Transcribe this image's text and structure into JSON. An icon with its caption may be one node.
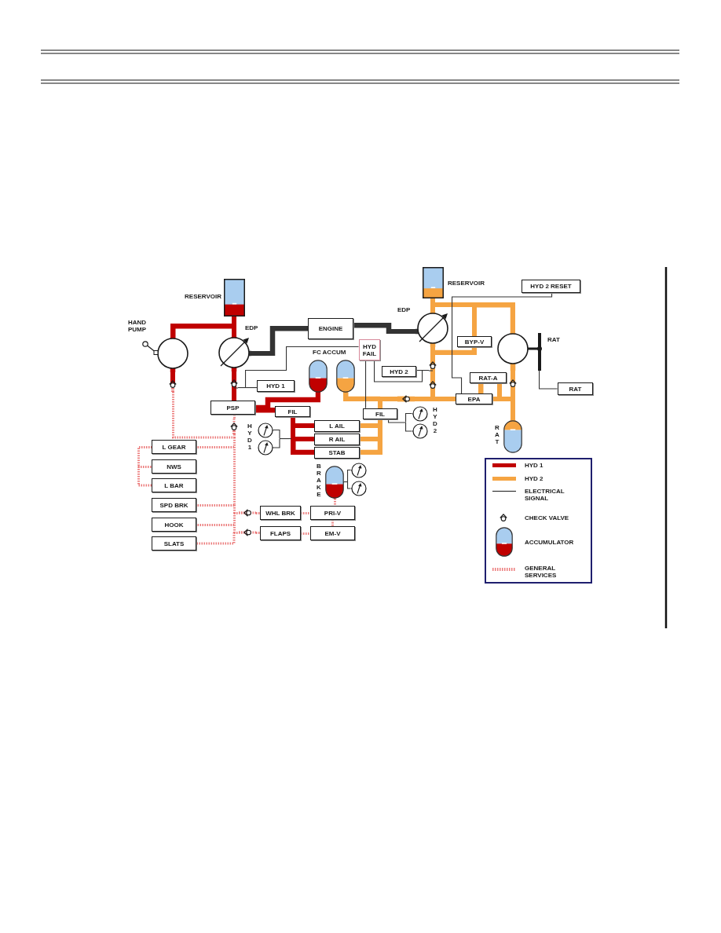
{
  "diagram": {
    "nodes": [
      {
        "text": [],
        "shape": "tank",
        "beside": [
          "RESERVOIR"
        ]
      },
      {
        "text": [],
        "shape": "tank",
        "beside": [
          "RESERVOIR"
        ]
      },
      {
        "text": [
          "HYD 2 RESET"
        ]
      },
      {
        "text": [],
        "shape": "circle",
        "beside": [
          "HAND PUMP"
        ]
      },
      {
        "text": [],
        "shape": "circle",
        "beside": [
          "EDP"
        ]
      },
      {
        "text": [
          "ENGINE"
        ]
      },
      {
        "text": [
          "HYD FAIL"
        ]
      },
      {
        "text": [],
        "shape": "circle",
        "beside": [
          "EDP"
        ]
      },
      {
        "text": [
          "BYP-V"
        ]
      },
      {
        "text": [],
        "shape": "circle",
        "beside": [
          "RAT"
        ]
      },
      {
        "text": [],
        "shape": "cylinder"
      },
      {
        "text": [],
        "shape": "cylinder"
      },
      {
        "text": [
          "HYD 2"
        ]
      },
      {
        "text": [
          "RAT-A"
        ]
      },
      {
        "text": [],
        "shape": "valve"
      },
      {
        "text": [],
        "shape": "valve"
      },
      {
        "text": [],
        "shape": "valve"
      },
      {
        "text": [],
        "shape": "valve"
      },
      {
        "text": [
          "HYD 1"
        ]
      },
      {
        "text": [],
        "shape": "valve"
      },
      {
        "text": [
          "RAT"
        ]
      },
      {
        "text": [
          "EPA"
        ]
      },
      {
        "text": [],
        "shape": "valve"
      },
      {
        "text": [
          "PSP"
        ]
      },
      {
        "text": [
          "FIL"
        ]
      },
      {
        "text": [
          "FIL"
        ]
      },
      {
        "text": [],
        "shape": "valve"
      },
      {
        "text": [],
        "shape": "gauge"
      },
      {
        "text": [],
        "shape": "gauge"
      },
      {
        "text": [],
        "shape": "cylinder",
        "beside": [
          "R A T"
        ]
      },
      {
        "text": [
          "L AIL"
        ]
      },
      {
        "text": [
          "R AIL"
        ]
      },
      {
        "text": [
          "STAB"
        ]
      },
      {
        "text": [],
        "shape": "gauge"
      },
      {
        "text": [],
        "shape": "gauge"
      },
      {
        "text": [
          "L GEAR"
        ]
      },
      {
        "text": [
          "NWS"
        ]
      },
      {
        "text": [],
        "shape": "cylinder",
        "beside": [
          "B R A K E"
        ]
      },
      {
        "text": [],
        "shape": "gauge"
      },
      {
        "text": [],
        "shape": "gauge"
      },
      {
        "text": [
          "L BAR"
        ]
      },
      {
        "text": [
          "SPD BRK"
        ]
      },
      {
        "text": [],
        "shape": "valve"
      },
      {
        "text": [
          "WHL BRK"
        ]
      },
      {
        "text": [
          "PRI-V"
        ]
      },
      {
        "text": [
          "HOOK"
        ]
      },
      {
        "text": [],
        "shape": "valve"
      },
      {
        "text": [
          "FLAPS"
        ]
      },
      {
        "text": [
          "EM-V"
        ]
      },
      {
        "text": [
          "SLATS"
        ]
      }
    ],
    "edges": [
      {
        "from": 0,
        "to": 4,
        "arrow": "none",
        "style": "thick",
        "color": "#c00000"
      },
      {
        "from": 0,
        "to": 3,
        "arrow": "none",
        "style": "thick",
        "color": "#c00000"
      },
      {
        "from": 3,
        "to": 14,
        "arrow": "none",
        "style": "thick",
        "color": "#c00000"
      },
      {
        "from": 4,
        "to": 15,
        "arrow": "none",
        "style": "thick",
        "color": "#c00000"
      },
      {
        "from": 15,
        "to": 23,
        "arrow": "none",
        "style": "thick",
        "color": "#c00000"
      },
      {
        "from": 23,
        "to": 10,
        "arrow": "none",
        "style": "thick",
        "color": "#c00000"
      },
      {
        "from": 23,
        "to": 24,
        "arrow": "none",
        "style": "thick",
        "color": "#c00000"
      },
      {
        "from": 24,
        "to": 30,
        "arrow": "none",
        "style": "thick",
        "color": "#c00000"
      },
      {
        "from": 24,
        "to": 31,
        "arrow": "none",
        "style": "thick",
        "color": "#c00000"
      },
      {
        "from": 24,
        "to": 32,
        "arrow": "none",
        "style": "thick",
        "color": "#c00000"
      },
      {
        "from": 1,
        "to": 7,
        "arrow": "none",
        "style": "thick",
        "color": "#f5a442"
      },
      {
        "from": 1,
        "to": 9,
        "arrow": "none",
        "style": "thick",
        "color": "#f5a442"
      },
      {
        "from": 1,
        "to": 8,
        "arrow": "none",
        "style": "thick",
        "color": "#f5a442"
      },
      {
        "from": 8,
        "to": 16,
        "arrow": "none",
        "style": "thick",
        "color": "#f5a442"
      },
      {
        "from": 7,
        "to": 16,
        "arrow": "none",
        "style": "thick",
        "color": "#f5a442"
      },
      {
        "from": 16,
        "to": 19,
        "arrow": "none",
        "style": "thick",
        "color": "#f5a442"
      },
      {
        "from": 19,
        "to": 22,
        "arrow": "none",
        "style": "thick",
        "color": "#f5a442"
      },
      {
        "from": 22,
        "to": 11,
        "arrow": "none",
        "style": "thick",
        "color": "#f5a442"
      },
      {
        "from": 22,
        "to": 25,
        "arrow": "none",
        "style": "thick",
        "color": "#f5a442"
      },
      {
        "from": 19,
        "to": 21,
        "arrow": "none",
        "style": "thick",
        "color": "#f5a442"
      },
      {
        "from": 21,
        "to": 29,
        "arrow": "none",
        "style": "thick",
        "color": "#f5a442"
      },
      {
        "from": 17,
        "to": 29,
        "arrow": "none",
        "style": "thick",
        "color": "#f5a442"
      },
      {
        "from": 9,
        "to": 17,
        "arrow": "none",
        "style": "thick",
        "color": "#f5a442"
      },
      {
        "from": 13,
        "to": 21,
        "arrow": "none",
        "style": "thick",
        "color": "#f5a442"
      },
      {
        "from": 13,
        "to": 29,
        "arrow": "none",
        "style": "thick",
        "color": "#f5a442"
      },
      {
        "from": 25,
        "to": 30,
        "arrow": "none",
        "style": "thick",
        "color": "#f5a442"
      },
      {
        "from": 25,
        "to": 31,
        "arrow": "none",
        "style": "thick",
        "color": "#f5a442"
      },
      {
        "from": 25,
        "to": 32,
        "arrow": "none",
        "style": "thick",
        "color": "#f5a442"
      },
      {
        "from": 5,
        "to": 4,
        "arrow": "none",
        "style": "thick",
        "color": "#333333"
      },
      {
        "from": 5,
        "to": 7,
        "arrow": "none",
        "style": "thick",
        "color": "#333333"
      },
      {
        "from": 18,
        "to": 6,
        "arrow": "none",
        "color": "#333333"
      },
      {
        "from": 18,
        "to": 15,
        "arrow": "none",
        "color": "#333333"
      },
      {
        "from": 12,
        "to": 6,
        "arrow": "none",
        "color": "#333333"
      },
      {
        "from": 12,
        "to": 16,
        "arrow": "none",
        "color": "#333333"
      },
      {
        "from": 6,
        "to": 25,
        "arrow": "none",
        "color": "#333333"
      },
      {
        "from": 2,
        "to": 21,
        "arrow": "none",
        "color": "#333333"
      },
      {
        "from": 9,
        "to": 20,
        "arrow": "none",
        "color": "#333333"
      },
      {
        "from": 33,
        "to": null,
        "arrow": "none",
        "color": "#333333"
      },
      {
        "from": 34,
        "to": null,
        "arrow": "none",
        "color": "#333333"
      },
      {
        "from": 27,
        "to": 25,
        "arrow": "none",
        "color": "#333333"
      },
      {
        "from": 28,
        "to": 25,
        "arrow": "none",
        "color": "#333333"
      },
      {
        "from": 38,
        "to": 37,
        "arrow": "none",
        "color": "#333333"
      },
      {
        "from": 39,
        "to": 37,
        "arrow": "none",
        "color": "#333333"
      },
      {
        "from": 23,
        "to": 26,
        "arrow": "none",
        "style": "dashed",
        "color": "#ec7c7c"
      },
      {
        "from": 14,
        "to": 35,
        "arrow": "none",
        "style": "dashed",
        "color": "#ec7c7c"
      },
      {
        "from": 14,
        "to": 41,
        "arrow": "none",
        "style": "dashed",
        "color": "#ec7c7c"
      },
      {
        "from": 14,
        "to": 45,
        "arrow": "none",
        "style": "dashed",
        "color": "#ec7c7c"
      },
      {
        "from": 14,
        "to": 49,
        "arrow": "none",
        "style": "dashed",
        "color": "#ec7c7c"
      },
      {
        "from": 14,
        "to": 42,
        "arrow": "none",
        "style": "dashed",
        "color": "#ec7c7c"
      },
      {
        "from": 14,
        "to": 46,
        "arrow": "none",
        "style": "dashed",
        "color": "#ec7c7c"
      },
      {
        "from": 26,
        "to": 35,
        "arrow": "none",
        "style": "dashed",
        "color": "#ec7c7c"
      },
      {
        "from": 26,
        "to": 41,
        "arrow": "none",
        "style": "dashed",
        "color": "#ec7c7c"
      },
      {
        "from": 26,
        "to": 45,
        "arrow": "none",
        "style": "dashed",
        "color": "#ec7c7c"
      },
      {
        "from": 26,
        "to": 49,
        "arrow": "none",
        "style": "dashed",
        "color": "#ec7c7c"
      },
      {
        "from": 26,
        "to": 42,
        "arrow": "none",
        "style": "dashed",
        "color": "#ec7c7c"
      },
      {
        "from": 26,
        "to": 46,
        "arrow": "none",
        "style": "dashed",
        "color": "#ec7c7c"
      },
      {
        "from": 35,
        "to": 36,
        "arrow": "none",
        "style": "dashed",
        "color": "#ec7c7c"
      },
      {
        "from": 35,
        "to": 40,
        "arrow": "none",
        "style": "dashed",
        "color": "#ec7c7c"
      },
      {
        "from": 42,
        "to": 43,
        "arrow": "none",
        "style": "dashed",
        "color": "#ec7c7c"
      },
      {
        "from": 43,
        "to": 44,
        "arrow": "none",
        "style": "dashed",
        "color": "#ec7c7c"
      },
      {
        "from": 46,
        "to": 47,
        "arrow": "none",
        "style": "dashed",
        "color": "#ec7c7c"
      },
      {
        "from": 47,
        "to": 48,
        "arrow": "none",
        "style": "dashed",
        "color": "#ec7c7c"
      },
      {
        "from": 44,
        "to": 48,
        "arrow": "none",
        "style": "dashed",
        "color": "#ec7c7c"
      },
      {
        "from": 37,
        "to": 44,
        "arrow": "none",
        "style": "dashed",
        "color": "#ec7c7c"
      }
    ],
    "labels": [
      "FC ACCUM",
      "H Y D 2",
      "H Y D 1"
    ],
    "legend": [
      {
        "text": "HYD 1",
        "color": "#c00000"
      },
      {
        "text": "HYD 2",
        "color": "#f5a442"
      },
      {
        "text": "ELECTRICAL SIGNAL"
      },
      {
        "text": "CHECK VALVE"
      },
      {
        "text": "ACCUMULATOR"
      },
      {
        "text": "GENERAL SERVICES"
      }
    ]
  }
}
